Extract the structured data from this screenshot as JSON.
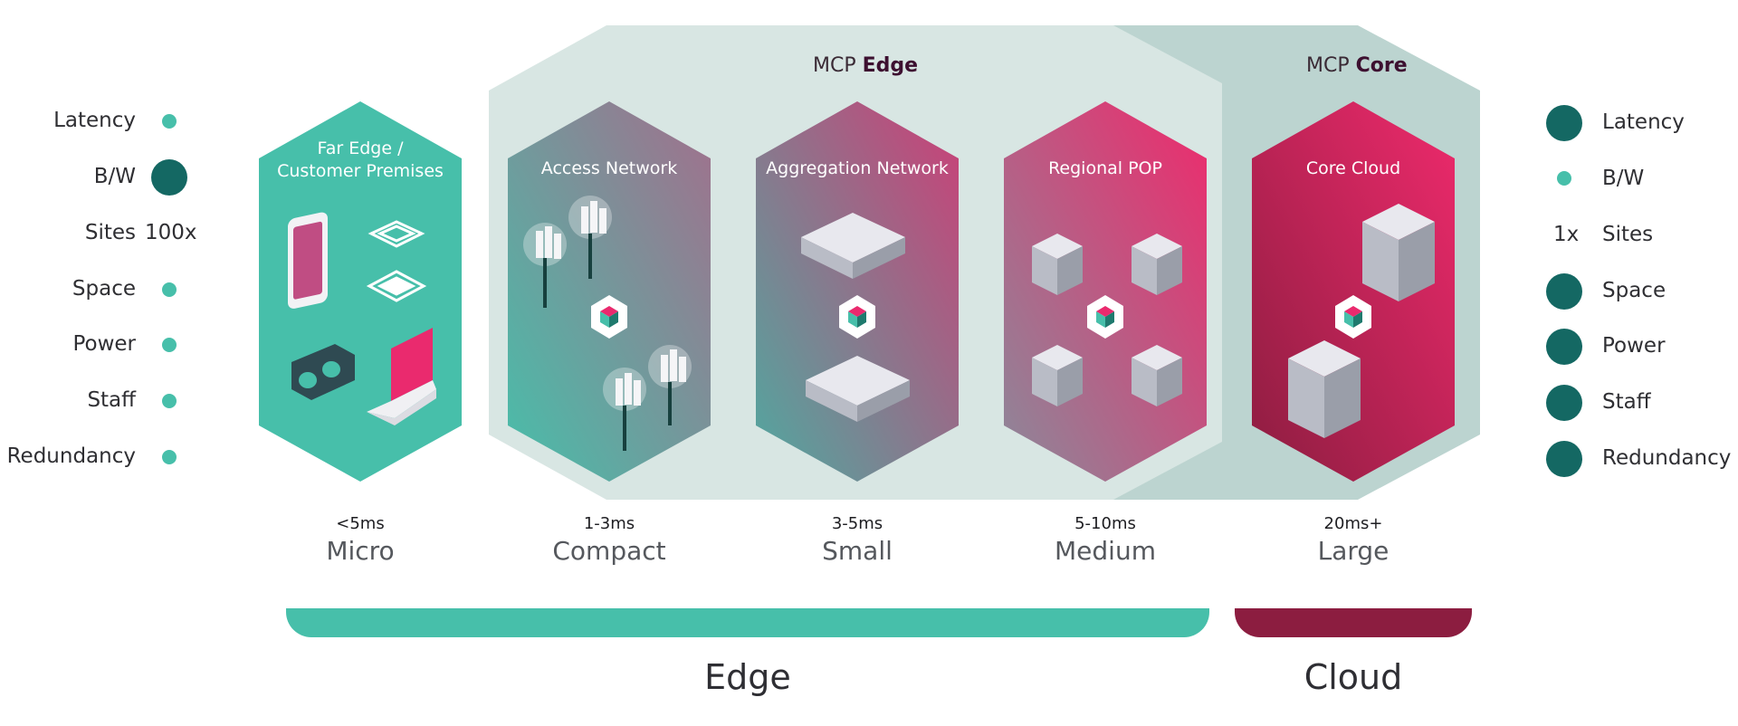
{
  "mcp_edge": {
    "prefix": "MCP",
    "bold": "Edge"
  },
  "mcp_core": {
    "prefix": "MCP",
    "bold": "Core"
  },
  "left_labels": {
    "latency": "Latency",
    "bw": "B/W",
    "sites": "Sites",
    "sites_value": "100x",
    "space": "Space",
    "power": "Power",
    "staff": "Staff",
    "redundancy": "Redundancy"
  },
  "right_labels": {
    "latency": "Latency",
    "bw": "B/W",
    "sites": "Sites",
    "sites_value": "1x",
    "space": "Space",
    "power": "Power",
    "staff": "Staff",
    "redundancy": "Redundancy"
  },
  "tiers": [
    {
      "title_line1": "Far Edge /",
      "title_line2": "Customer Premises",
      "latency": "<5ms",
      "size": "Micro"
    },
    {
      "title_line1": "Access Network",
      "title_line2": "",
      "latency": "1-3ms",
      "size": "Compact"
    },
    {
      "title_line1": "Aggregation Network",
      "title_line2": "",
      "latency": "3-5ms",
      "size": "Small"
    },
    {
      "title_line1": "Regional POP",
      "title_line2": "",
      "latency": "5-10ms",
      "size": "Medium"
    },
    {
      "title_line1": "Core Cloud",
      "title_line2": "",
      "latency": "20ms+",
      "size": "Large"
    }
  ],
  "bottom": {
    "edge": "Edge",
    "cloud": "Cloud"
  },
  "colors": {
    "teal": "#47bfaa",
    "dark_teal": "#146863",
    "pink": "#ea2a6e",
    "crimson": "#8c1d40",
    "panel_light": "#d8e6e3",
    "panel_dark": "#bcd4d0"
  }
}
